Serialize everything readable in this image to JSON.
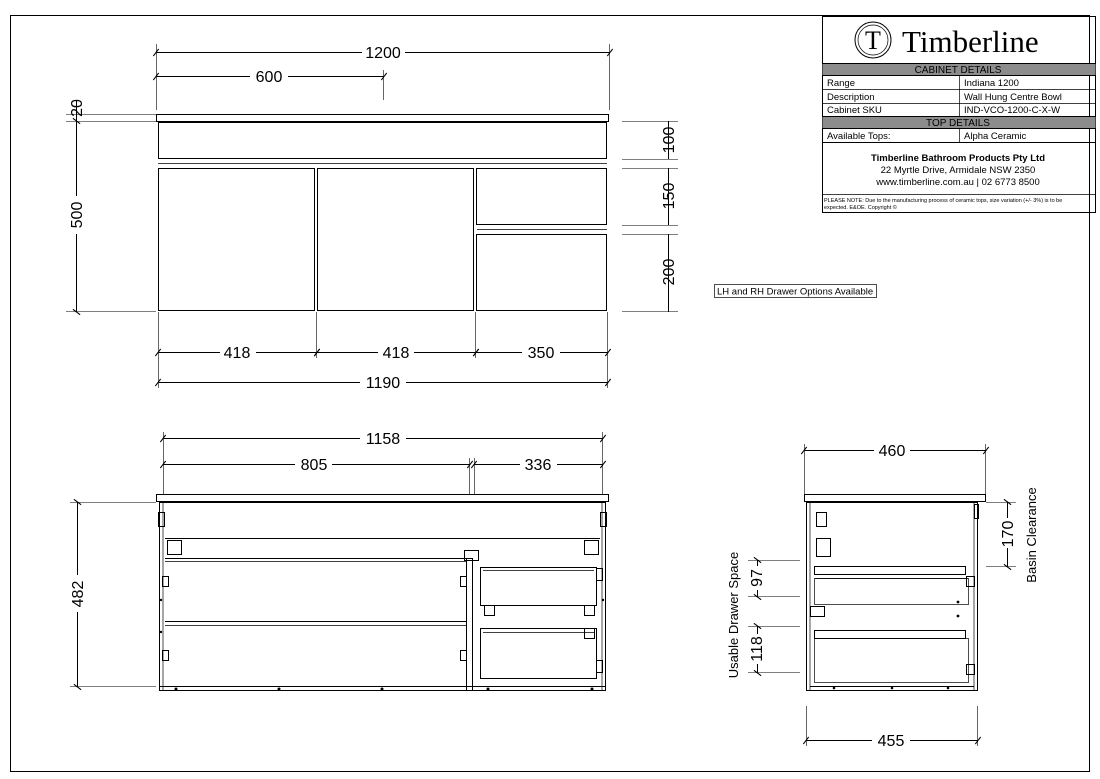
{
  "brand": {
    "logo_letter": "T",
    "name": "Timberline"
  },
  "cabinet_details": {
    "heading": "CABINET DETAILS",
    "rows": [
      {
        "label": "Range",
        "value": "Indiana 1200"
      },
      {
        "label": "Description",
        "value": "Wall Hung Centre Bowl"
      },
      {
        "label": "Cabinet SKU",
        "value": "IND-VCO-1200-C-X-W"
      }
    ]
  },
  "top_details": {
    "heading": "TOP DETAILS",
    "rows": [
      {
        "label": "Available Tops:",
        "value": "Alpha Ceramic"
      }
    ]
  },
  "company": {
    "name": "Timberline Bathroom Products Pty Ltd",
    "address": "22 Myrtle Drive, Armidale NSW 2350",
    "contact": "www.timberline.com.au  |  02 6773 8500"
  },
  "note": {
    "line1": "PLEASE NOTE: Due to the manufacturing process of ceramic tops, size variation (+/- 3%) is to be",
    "line2": "expected. E&OE. Copyright ©"
  },
  "callout": "LH and RH Drawer Options Available",
  "front_view": {
    "overall_width": "1200",
    "half_width": "600",
    "top_thickness": "20",
    "height": "500",
    "top_drawer_height": "100",
    "mid_drawer_height": "150",
    "bottom_drawer_height": "200",
    "door_width_left": "418",
    "door_width_mid": "418",
    "drawer_width": "350",
    "cabinet_width": "1190"
  },
  "internal_view": {
    "internal_width": "1158",
    "left_section_width": "805",
    "right_section_width": "336",
    "internal_height": "482"
  },
  "side_view": {
    "depth_top": "460",
    "depth_cabinet": "455",
    "basin_clearance_value": "170",
    "basin_clearance_label": "Basin Clearance",
    "drawer_space_label": "Usable Drawer Space",
    "drawer_space_upper": "97",
    "drawer_space_lower": "118"
  }
}
